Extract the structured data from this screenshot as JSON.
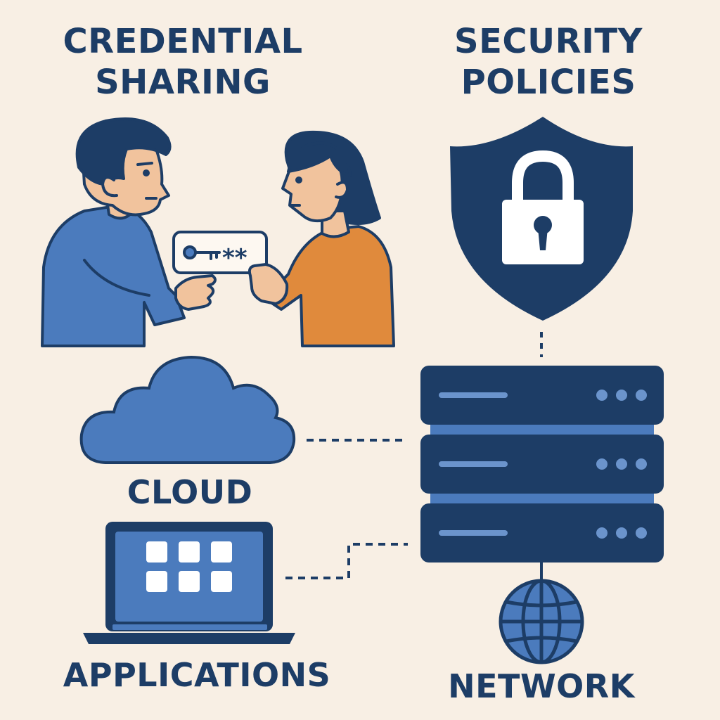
{
  "labels": {
    "credential_sharing": [
      "CREDENTIAL",
      "SHARING"
    ],
    "security_policies": [
      "SECURITY",
      "POLICIES"
    ],
    "cloud": "CLOUD",
    "applications": "APPLICATIONS",
    "network": "NETWORK"
  },
  "credential_card": {
    "masked": "**"
  },
  "colors": {
    "background": "#f8efe4",
    "navy": "#1d3d66",
    "blue": "#4b7bbd",
    "orange": "#e08a3c",
    "skin": "#f1c39d"
  }
}
